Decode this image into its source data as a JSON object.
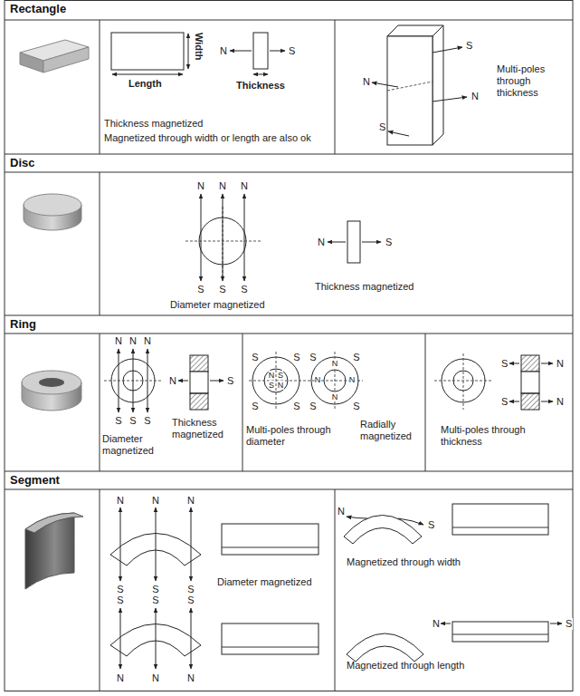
{
  "diagram": {
    "nodes": [
      {
        "text": [
          "Rectangle"
        ]
      },
      {
        "text": [
          "Disc"
        ]
      },
      {
        "text": [
          "Ring"
        ]
      },
      {
        "text": [
          "Segment"
        ]
      }
    ],
    "labels": [
      "Width",
      "Length",
      "N",
      "S",
      "Thickness",
      "Thickness magnetized",
      "Magnetized through width or length are also ok",
      "S",
      "N",
      "N",
      "S",
      "Multi-poles through thickness",
      "N",
      "N",
      "N",
      "S",
      "S",
      "S",
      "Diameter magnetized",
      "N",
      "S",
      "Thickness magnetized",
      "N",
      "N",
      "N",
      "N",
      "S",
      "S",
      "S",
      "S",
      "Thickness magnetized",
      "Diameter magnetized",
      "S",
      "S",
      "N",
      "S",
      "S",
      "N",
      "S",
      "S",
      "S",
      "S",
      "N",
      "N",
      "N",
      "N",
      "S",
      "S",
      "Multi-poles through diameter",
      "Radially magnetized",
      "S",
      "N",
      "S",
      "N",
      "Multi-poles through thickness",
      "N",
      "N",
      "N",
      "S",
      "S",
      "S",
      "Diameter magnetized",
      "S",
      "S",
      "S",
      "N",
      "N",
      "N",
      "N",
      "S",
      "Magnetized through width",
      "N",
      "S",
      "Magnetized through length"
    ]
  }
}
